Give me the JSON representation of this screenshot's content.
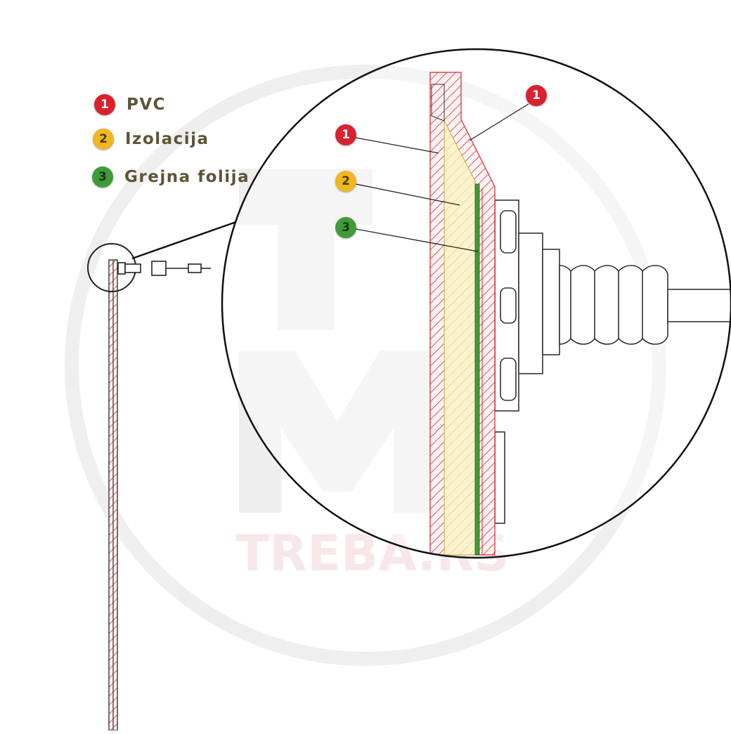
{
  "legend": {
    "items": [
      {
        "num": "1",
        "label": "PVC",
        "color": "#d8222f",
        "icon": "number-1-red-badge"
      },
      {
        "num": "2",
        "label": "Izolacija",
        "color": "#f0b720",
        "icon": "number-2-yellow-badge"
      },
      {
        "num": "3",
        "label": "Grejna folija",
        "color": "#3f9b3a",
        "icon": "number-3-green-badge"
      }
    ]
  },
  "callouts": [
    {
      "num": "1",
      "color": "#d8222f",
      "target": "PVC outer shell"
    },
    {
      "num": "1",
      "color": "#d8222f",
      "target": "PVC inner wall"
    },
    {
      "num": "2",
      "color": "#f0b720",
      "target": "insulation layer"
    },
    {
      "num": "3",
      "color": "#3f9b3a",
      "target": "heating foil"
    }
  ],
  "watermark": {
    "text": "TREBA.RS"
  },
  "colors": {
    "pvc_hatch": "#e0545e",
    "insulation_fill": "#fbf3cf",
    "insulation_hatch": "#efd37a",
    "foil": "#3f9b3a",
    "legend_text": "#5e5537"
  }
}
